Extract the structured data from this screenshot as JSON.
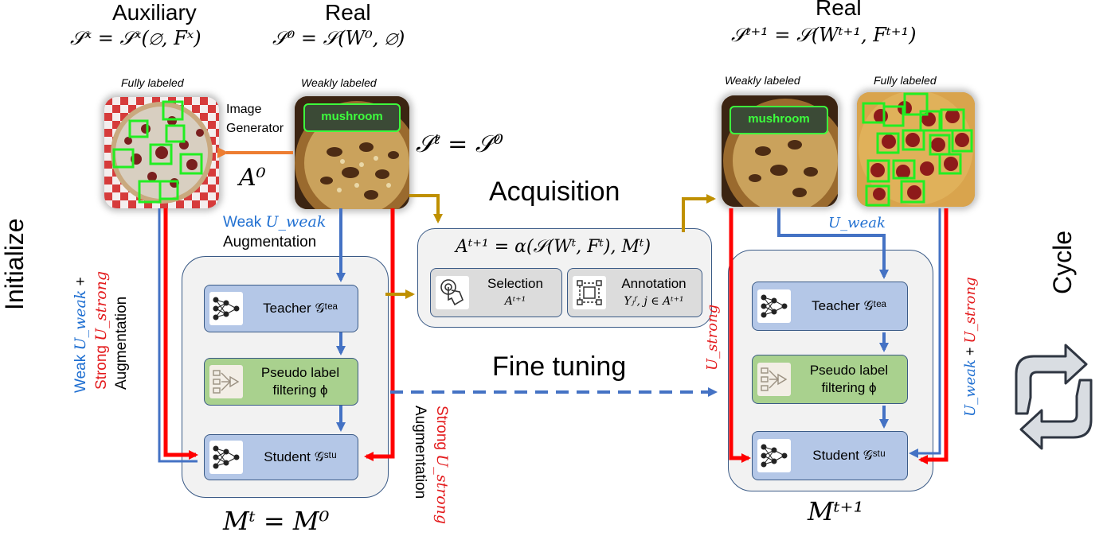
{
  "header": {
    "aux_title": "Auxiliary",
    "aux_formula": "𝒮ˣ = 𝒮ˣ(∅, Fˣ)",
    "real_title": "Real",
    "real_formula": "𝒮⁰ = 𝒮(W⁰, ∅)",
    "real_next_title": "Real",
    "real_next_formula": "𝒮ᵗ⁺¹ = 𝒮(Wᵗ⁺¹, Fᵗ⁺¹)"
  },
  "images": {
    "aux_caption": "Fully labeled",
    "real_caption": "Weakly labeled",
    "next_weak_caption": "Weakly labeled",
    "next_full_caption": "Fully labeled",
    "mushroom_tag": "mushroom"
  },
  "labels": {
    "image_generator": "Image Generator",
    "a0": "A⁰",
    "st_eq": "𝒮ᵗ = 𝒮⁰",
    "acquisition": "Acquisition",
    "fine_tuning": "Fine tuning",
    "initialize": "Initialize",
    "cycle": "Cycle",
    "weak": "Weak",
    "u_weak": "U_weak",
    "augmentation": "Augmentation",
    "strong": "Strong",
    "u_strong": "U_strong",
    "plus": "+",
    "mt_eq": "Mᵗ = M⁰",
    "mt1": "Mᵗ⁺¹"
  },
  "left_panel": {
    "teacher": "Teacher 𝒢ᵗᵉᵃ",
    "pseudo_line1": "Pseudo label",
    "pseudo_line2": "filtering ϕ",
    "student": "Student 𝒢ˢᵗᵘ"
  },
  "right_panel": {
    "teacher": "Teacher 𝒢ᵗᵉᵃ",
    "pseudo_line1": "Pseudo label",
    "pseudo_line2": "filtering ϕ",
    "student": "Student 𝒢ˢᵗᵘ"
  },
  "acq_panel": {
    "formula": "Aᵗ⁺¹ = α(𝒮(Wᵗ, Fᵗ), Mᵗ)",
    "selection": "Selection",
    "selection_sub": "Aᵗ⁺¹",
    "annotation": "Annotation",
    "annotation_sub": "Yⱼᶠ, j ∈ Aᵗ⁺¹"
  },
  "colors": {
    "blue_arrow": "#4472c4",
    "red_arrow": "#ff0000",
    "gold_arrow": "#bf9000",
    "orange_arrow": "#ed7d31",
    "teacher_fill": "#b4c7e7",
    "filter_fill": "#a9d18e",
    "panel_fill": "#f2f2f2",
    "box_green": "#3dff3d"
  }
}
